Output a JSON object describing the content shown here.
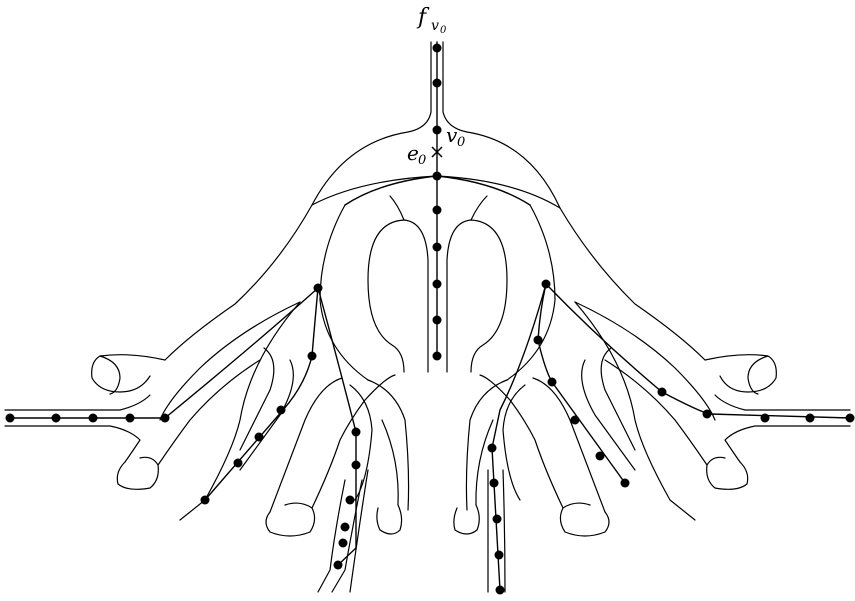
{
  "labels": {
    "f": "f",
    "f_sub": "v",
    "f_subsub": "0",
    "v": "v",
    "v_sub": "0",
    "e": "e",
    "e_sub": "0"
  },
  "marker": "×"
}
